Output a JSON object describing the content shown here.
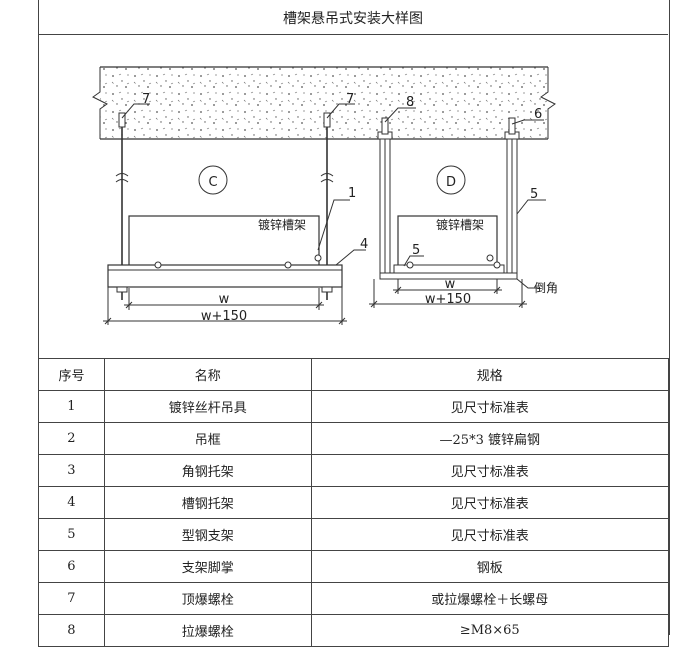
{
  "title": "槽架悬吊式安装大样图",
  "diagram": {
    "detail_c": "C",
    "detail_d": "D",
    "label_tray_c": "镀锌槽架",
    "label_tray_d": "镀锌槽架",
    "callouts": {
      "c1": "7",
      "c2": "7",
      "c3": "1",
      "c4": "4",
      "d1": "8",
      "d2": "6",
      "d3": "5",
      "d4": "5"
    },
    "dim_w_c": "w",
    "dim_w150_c": "w+150",
    "dim_w_d": "w",
    "dim_w150_d": "w+150",
    "chamfer_label": "倒角"
  },
  "table": {
    "headers": [
      "序号",
      "名称",
      "规格"
    ],
    "rows": [
      [
        "1",
        "镀锌丝杆吊具",
        "见尺寸标准表"
      ],
      [
        "2",
        "吊框",
        "—25*3 镀锌扁钢"
      ],
      [
        "3",
        "角钢托架",
        "见尺寸标准表"
      ],
      [
        "4",
        "槽钢托架",
        "见尺寸标准表"
      ],
      [
        "5",
        "型钢支架",
        "见尺寸标准表"
      ],
      [
        "6",
        "支架脚掌",
        "钢板"
      ],
      [
        "7",
        "顶爆螺栓",
        "或拉爆螺栓＋长螺母"
      ],
      [
        "8",
        "拉爆螺栓",
        "≥M8×65"
      ]
    ]
  }
}
